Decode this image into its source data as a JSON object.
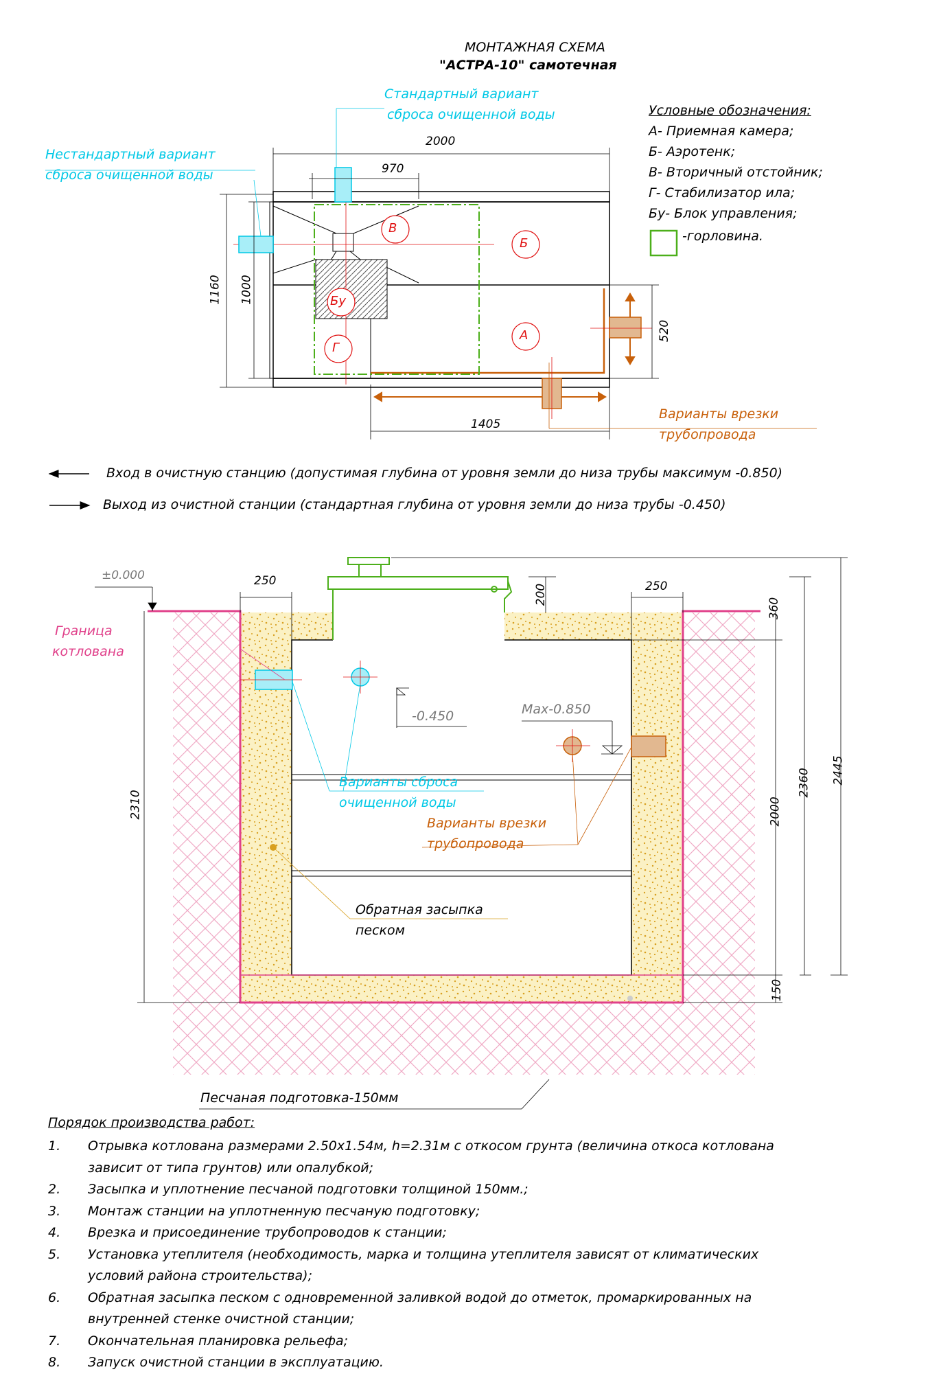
{
  "title": {
    "line1": "МОНТАЖНАЯ СХЕМА",
    "line2": "\"АСТРА-10\" самотечная"
  },
  "plan": {
    "std_outlet": [
      "Стандартный вариант",
      "сброса очищенной воды"
    ],
    "nonstd_outlet": [
      "Нестандартный вариант",
      "сброса очищенной воды"
    ],
    "dims": {
      "d2000": "2000",
      "d970": "970",
      "d1160": "1160",
      "d1000": "1000",
      "d520": "520",
      "d1405": "1405"
    },
    "chambers": {
      "v": "В",
      "b": "Б",
      "bu": "Бу",
      "a": "А",
      "g": "Г"
    },
    "inlet_variants": [
      "Варианты врезки",
      "трубопровода"
    ]
  },
  "legend": {
    "title": "Условные обозначения:",
    "items": [
      "А- Приемная камера;",
      "Б- Аэротенк;",
      "В- Вторичный отстойник;",
      "Г- Стабилизатор ила;",
      "Бу- Блок управления;"
    ],
    "neck_label": "-горловина."
  },
  "arrows": {
    "inlet": "Вход в очистную станцию (допустимая глубина от уровня земли до низа трубы максимум -0.850)",
    "outlet": "Выход из очистной станции (стандартная глубина от уровня земли до низа трубы -0.450)"
  },
  "section": {
    "zero": "±0.000",
    "d250l": "250",
    "d250r": "250",
    "d200": "200",
    "d360": "360",
    "d2310": "2310",
    "d2000": "2000",
    "d2360": "2360",
    "d2445": "2445",
    "d150": "150",
    "pit_border": [
      "Граница",
      "котлована"
    ],
    "lvl450": "-0.450",
    "lvl850": "Max-0.850",
    "outlet_variants": [
      "Варианты сброса",
      "очищенной воды"
    ],
    "inlet_variants": [
      "Варианты врезки",
      "трубопровода"
    ],
    "backfill": [
      "Обратная засыпка",
      "песком"
    ],
    "sand_bed": "Песчаная подготовка-150мм"
  },
  "works": {
    "title": "Порядок производства работ:",
    "steps": [
      {
        "n": "1.",
        "lines": [
          "Отрывка котлована размерами 2.50х1.54м, h=2.31м с откосом грунта (величина откоса котлована",
          "зависит от типа грунтов) или опалубкой;"
        ]
      },
      {
        "n": "2.",
        "lines": [
          "Засыпка и уплотнение песчаной подготовки толщиной 150мм.;"
        ]
      },
      {
        "n": "3.",
        "lines": [
          "Монтаж станции на уплотненную песчаную подготовку;"
        ]
      },
      {
        "n": "4.",
        "lines": [
          "Врезка и присоединение трубопроводов к станции;"
        ]
      },
      {
        "n": "5.",
        "lines": [
          "Установка утеплителя (необходимость, марка и толщина утеплителя зависят от климатических",
          "условий района строительства);"
        ]
      },
      {
        "n": "6.",
        "lines": [
          "Обратная засыпка песком с одновременной заливкой водой до отметок, промаркированных на",
          "внутренней стенке очистной станции;"
        ]
      },
      {
        "n": "7.",
        "lines": [
          "Окончательная планировка рельефа;"
        ]
      },
      {
        "n": "8.",
        "lines": [
          "Запуск очистной станции в эксплуатацию."
        ]
      }
    ]
  },
  "colors": {
    "cyan": "#00c8e6",
    "magenta": "#e0408a",
    "brown": "#c8600a",
    "green": "#4caf1a",
    "red": "#e01010",
    "sand": "#f5e6a0"
  }
}
